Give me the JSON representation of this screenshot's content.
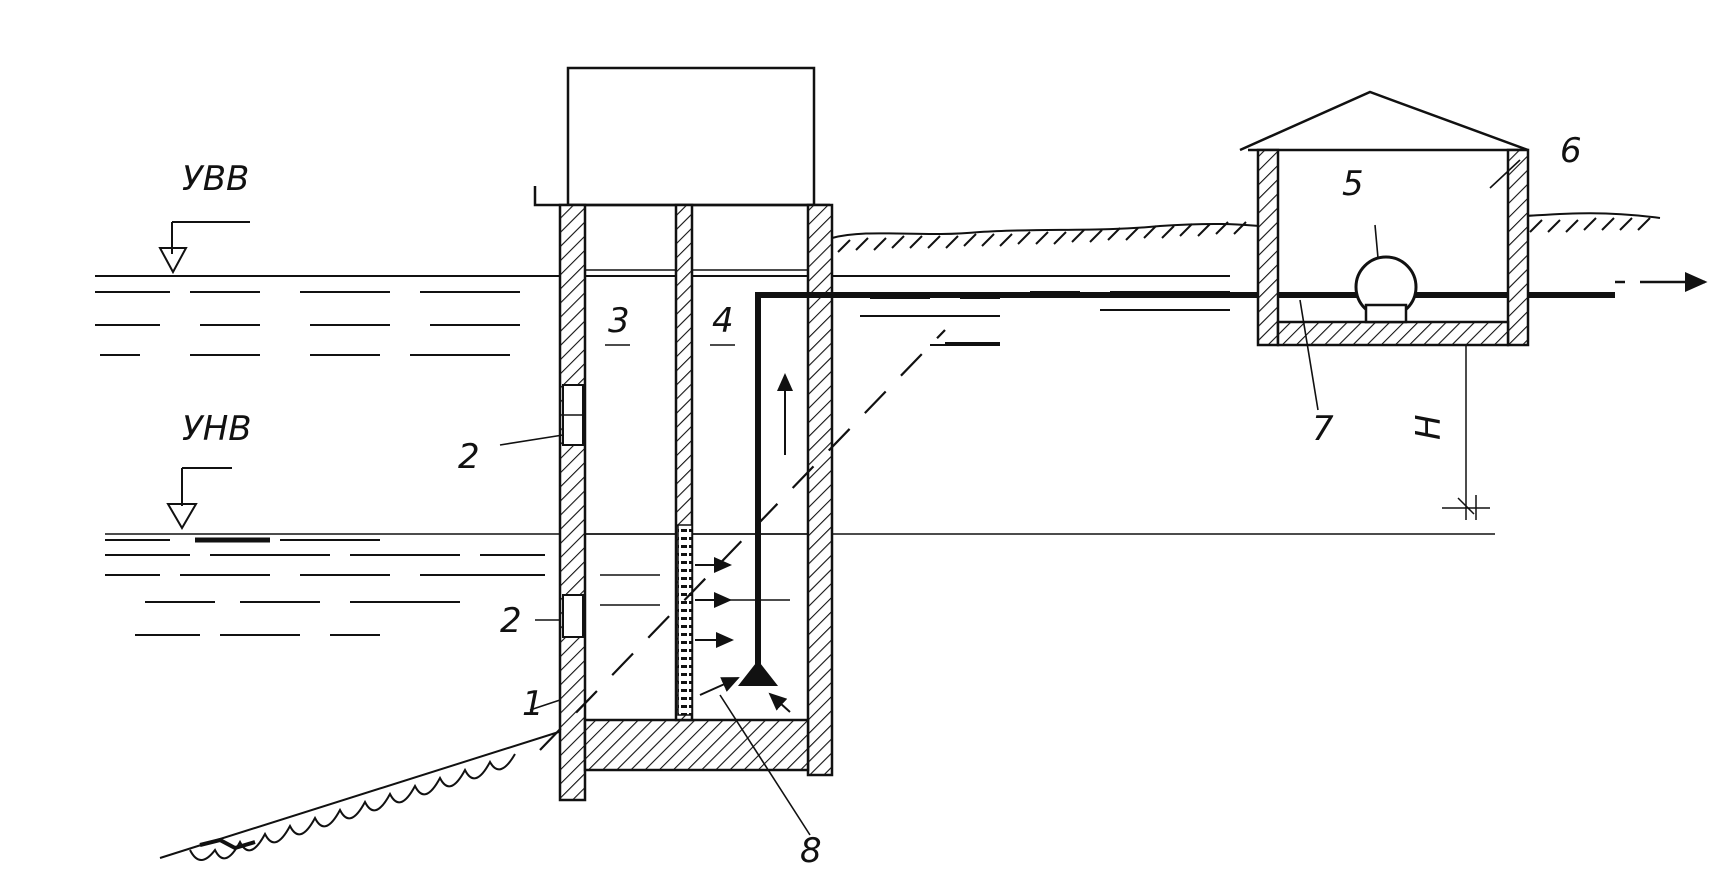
{
  "labels": {
    "high_water": "УВВ",
    "low_water": "УНВ",
    "head": "H",
    "n1": "1",
    "n2a": "2",
    "n2b": "2",
    "n3": "3",
    "n4": "4",
    "n5": "5",
    "n6": "6",
    "n7": "7",
    "n8": "8"
  },
  "colors": {
    "ink": "#111111",
    "paper": "#ffffff"
  }
}
